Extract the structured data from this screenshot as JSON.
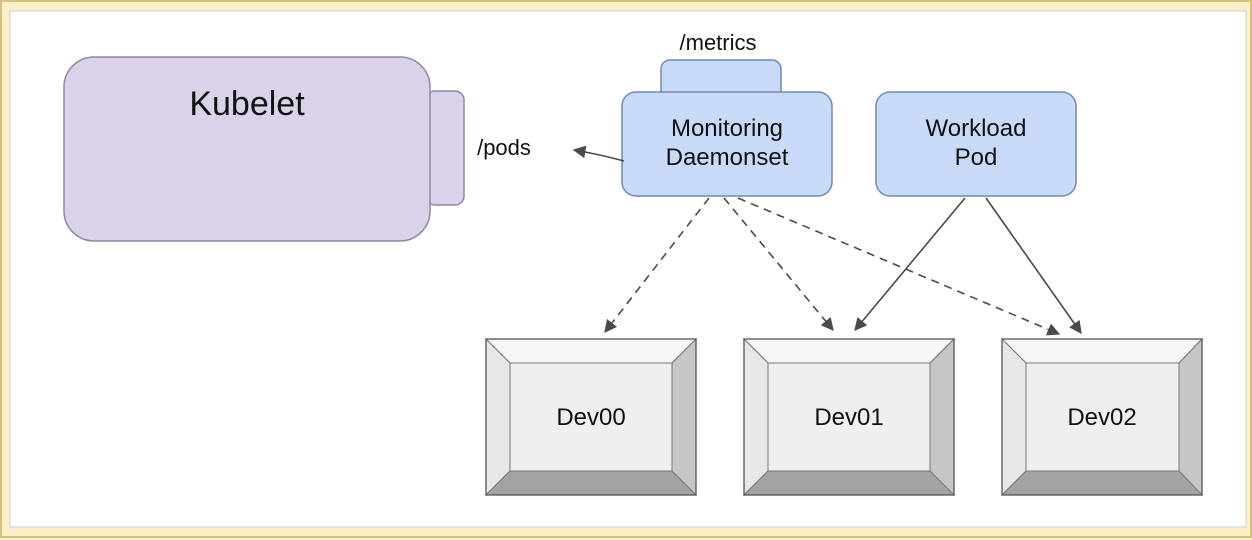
{
  "colors": {
    "page_background": "#faf1cb",
    "page_border": "#d9c37a",
    "canvas_background": "#ffffff",
    "kubelet_fill": "#d9d2e9",
    "kubelet_stroke": "#8f87a5",
    "pod_fill": "#c9daf8",
    "pod_stroke": "#7289ad",
    "device_face": "#efefef",
    "arrow": "#4a4a4a"
  },
  "nodes": {
    "kubelet": {
      "label": "Kubelet",
      "endpoint_label": "/pods"
    },
    "monitoring_daemonset": {
      "label_line1": "Monitoring",
      "label_line2": "Daemonset",
      "endpoint_label": "/metrics"
    },
    "workload_pod": {
      "label_line1": "Workload",
      "label_line2": "Pod"
    },
    "devices": [
      {
        "label": "Dev00"
      },
      {
        "label": "Dev01"
      },
      {
        "label": "Dev02"
      }
    ]
  },
  "edges": [
    {
      "from": "Monitoring Daemonset",
      "to": "Kubelet /pods",
      "style": "solid-arrow"
    },
    {
      "from": "Monitoring Daemonset",
      "to": "Dev00",
      "style": "dashed-arrow"
    },
    {
      "from": "Monitoring Daemonset",
      "to": "Dev01",
      "style": "dashed-arrow"
    },
    {
      "from": "Monitoring Daemonset",
      "to": "Dev02",
      "style": "dashed-arrow"
    },
    {
      "from": "Workload Pod",
      "to": "Dev01",
      "style": "solid-arrow"
    },
    {
      "from": "Workload Pod",
      "to": "Dev02",
      "style": "solid-arrow"
    }
  ]
}
